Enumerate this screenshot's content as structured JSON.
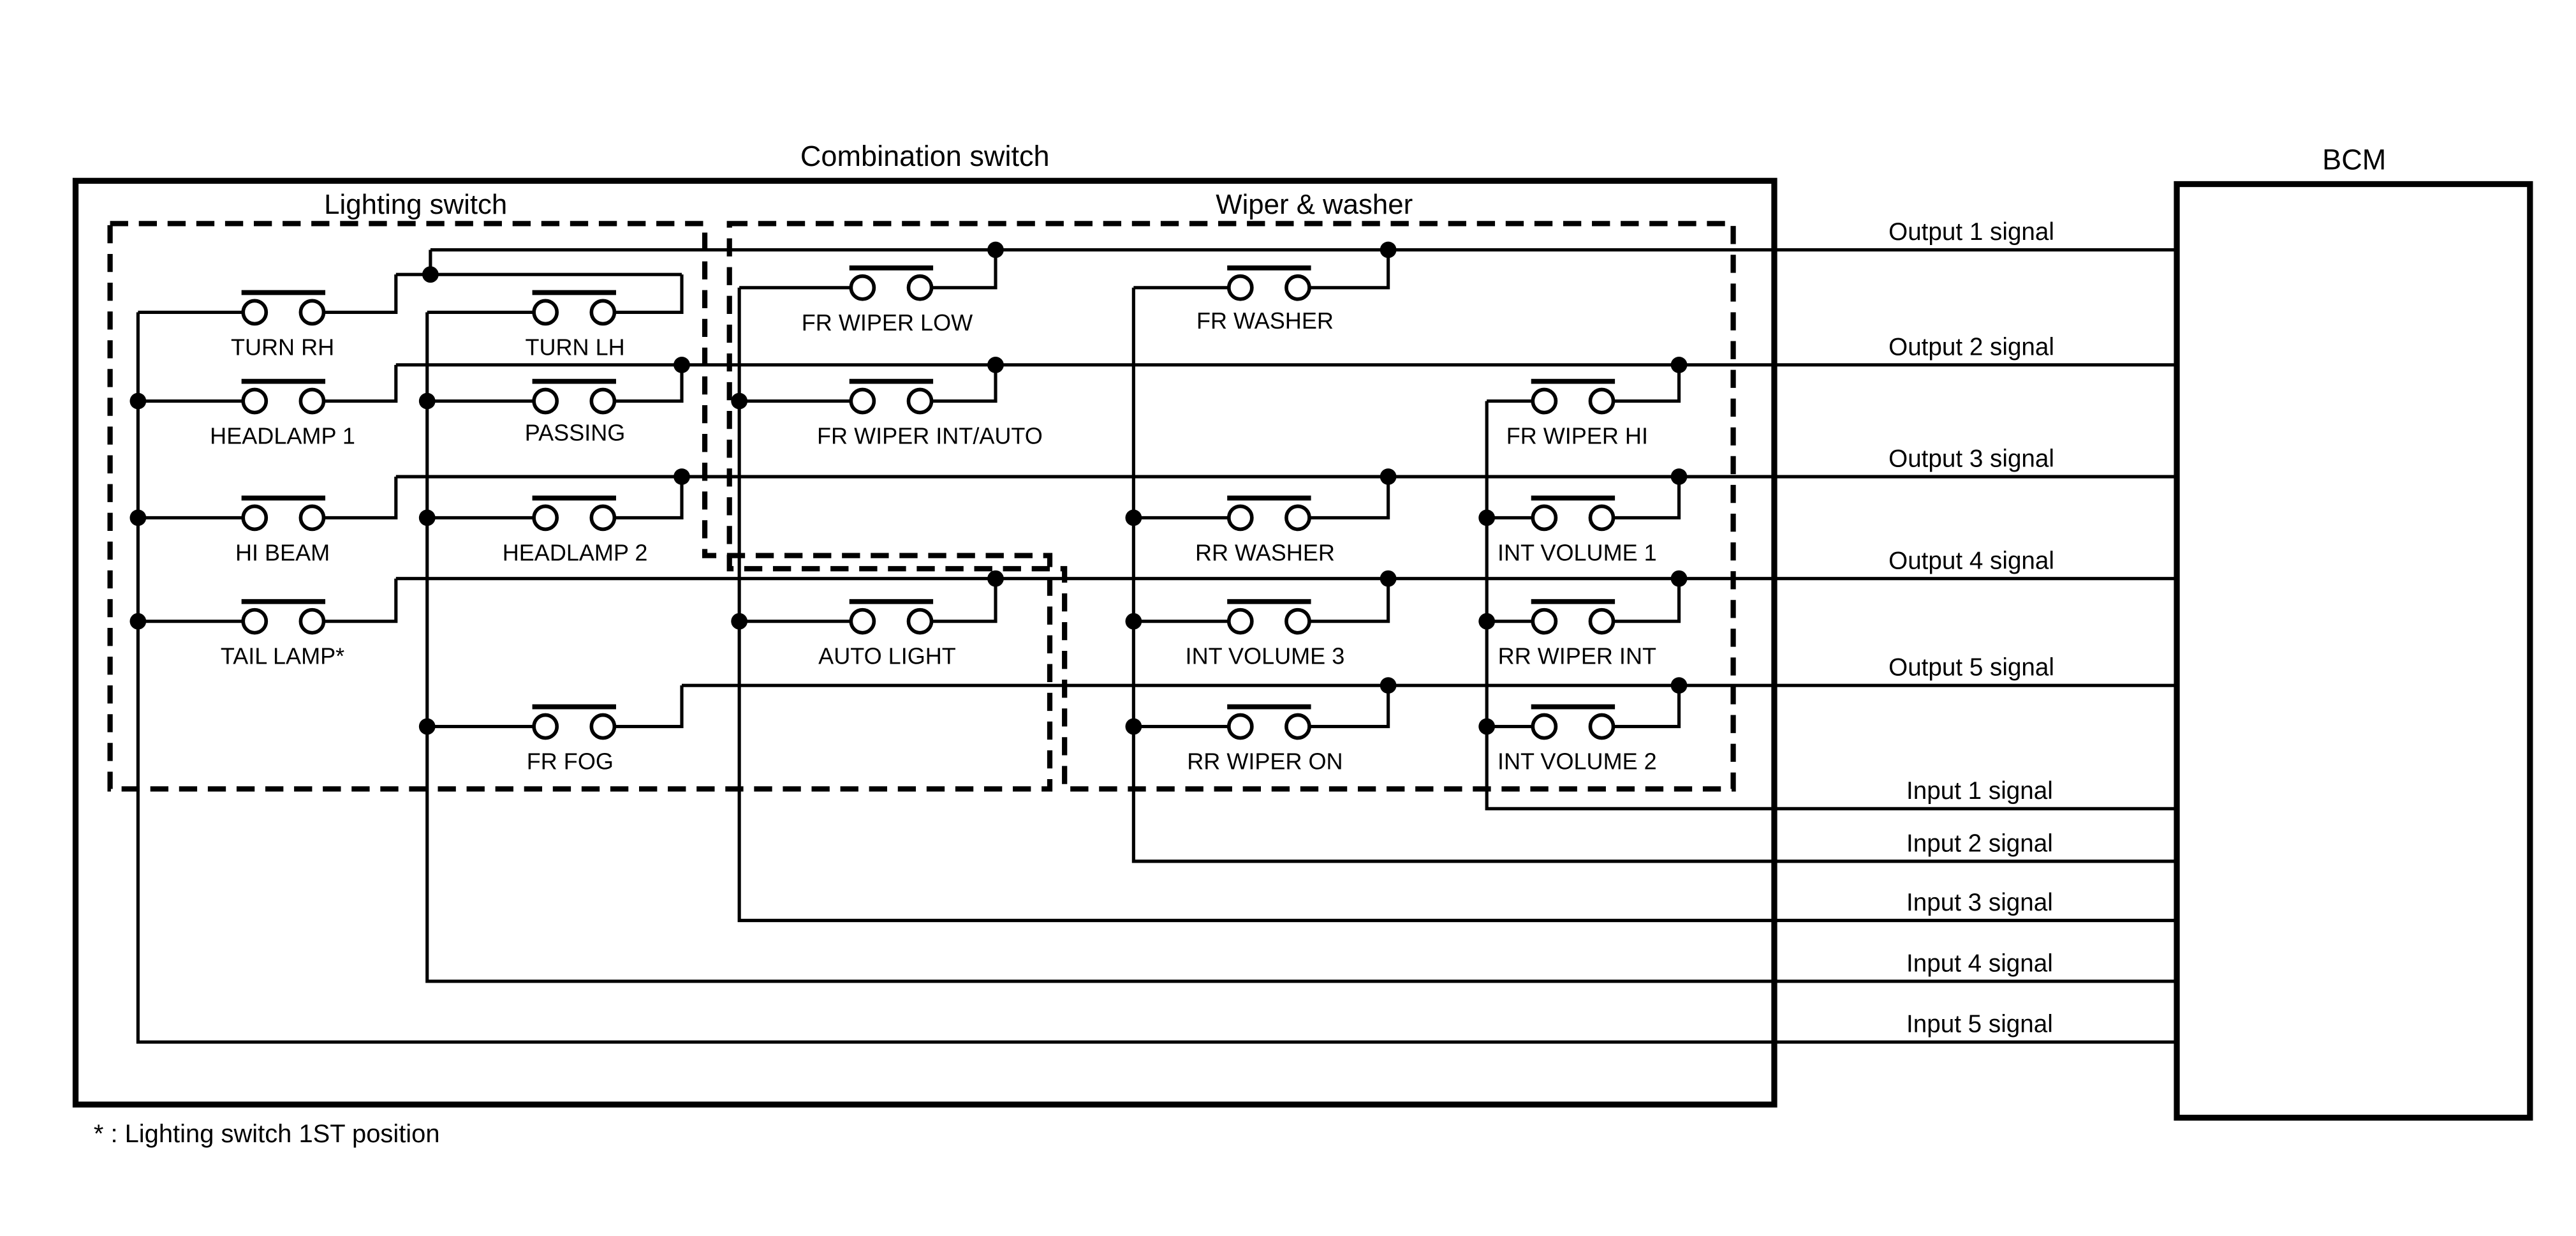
{
  "title": "Combination switch",
  "bcm_label": "BCM",
  "groups": {
    "lighting": "Lighting switch",
    "wiper": "Wiper & washer"
  },
  "footnote": "* : Lighting switch 1ST position",
  "signals": {
    "outputs": [
      "Output 1 signal",
      "Output 2 signal",
      "Output 3 signal",
      "Output 4 signal",
      "Output 5 signal"
    ],
    "inputs": [
      "Input 1 signal",
      "Input 2 signal",
      "Input 3 signal",
      "Input 4 signal",
      "Input 5 signal"
    ]
  },
  "switches": {
    "turn_rh": "TURN RH",
    "turn_lh": "TURN LH",
    "headlamp_1": "HEADLAMP 1",
    "passing": "PASSING",
    "hi_beam": "HI BEAM",
    "headlamp_2": "HEADLAMP 2",
    "tail_lamp": "TAIL LAMP*",
    "fr_fog": "FR FOG",
    "auto_light": "AUTO LIGHT",
    "fr_wiper_low": "FR WIPER LOW",
    "fr_washer": "FR WASHER",
    "fr_wiper_int_auto": "FR WIPER INT/AUTO",
    "fr_wiper_hi": "FR WIPER HI",
    "rr_washer": "RR WASHER",
    "int_volume_1": "INT VOLUME 1",
    "int_volume_3": "INT VOLUME 3",
    "rr_wiper_int": "RR WIPER INT",
    "rr_wiper_on": "RR WIPER ON",
    "int_volume_2": "INT VOLUME 2"
  }
}
